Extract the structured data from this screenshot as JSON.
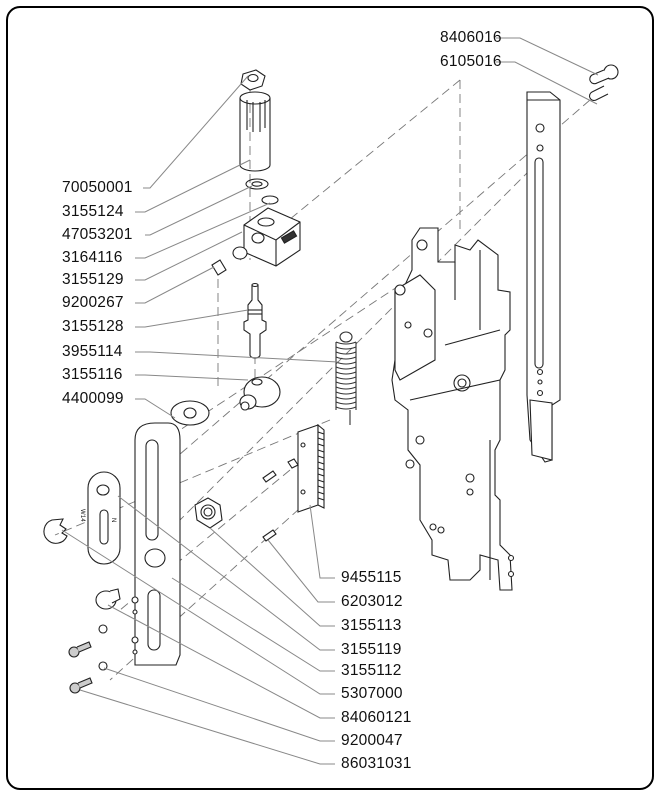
{
  "diagram": {
    "type": "exploded-parts-view",
    "line_color": "#888888",
    "frame_color": "#000000"
  },
  "callouts_top_right": [
    {
      "part": "8406016"
    },
    {
      "part": "6105016"
    }
  ],
  "callouts_left": [
    {
      "part": "70050001"
    },
    {
      "part": "3155124"
    },
    {
      "part": "47053201"
    },
    {
      "part": "3164116"
    },
    {
      "part": "3155129"
    },
    {
      "part": "9200267"
    },
    {
      "part": "3155128"
    },
    {
      "part": "3955114"
    },
    {
      "part": "3155116"
    },
    {
      "part": "4400099"
    }
  ],
  "callouts_bottom": [
    {
      "part": "9455115"
    },
    {
      "part": "6203012"
    },
    {
      "part": "3155113"
    },
    {
      "part": "3155119"
    },
    {
      "part": "3155112"
    },
    {
      "part": "5307000"
    },
    {
      "part": "84060121"
    },
    {
      "part": "9200047"
    },
    {
      "part": "86031031"
    }
  ],
  "plate_marking": {
    "left": "W14",
    "right": "N"
  }
}
